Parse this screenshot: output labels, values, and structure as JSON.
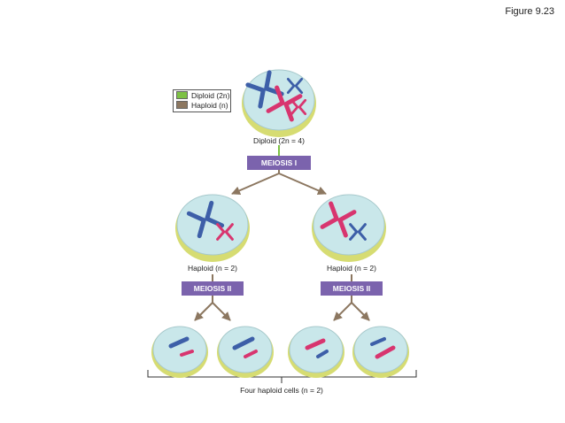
{
  "figure_label": "Figure 9.23",
  "legend": {
    "items": [
      {
        "label": "Diploid  (2n)",
        "color": "#7dc144"
      },
      {
        "label": "Haploid  (n)",
        "color": "#8c7760"
      }
    ]
  },
  "labels": {
    "diploid": "Diploid  (2n = 4)",
    "haploid_left": "Haploid  (n = 2)",
    "haploid_right": "Haploid  (n = 2)",
    "four_cells": "Four haploid cells (n = 2)"
  },
  "stages": {
    "meiosis1": "MEIOSIS I",
    "meiosis2_left": "MEIOSIS II",
    "meiosis2_right": "MEIOSIS II"
  },
  "colors": {
    "maternal": "#3d5fa8",
    "paternal": "#d8356f",
    "cell_fill": "#c9e7ea",
    "cell_rim": "#d6dc72",
    "stage_bar": "#7b63ad"
  }
}
